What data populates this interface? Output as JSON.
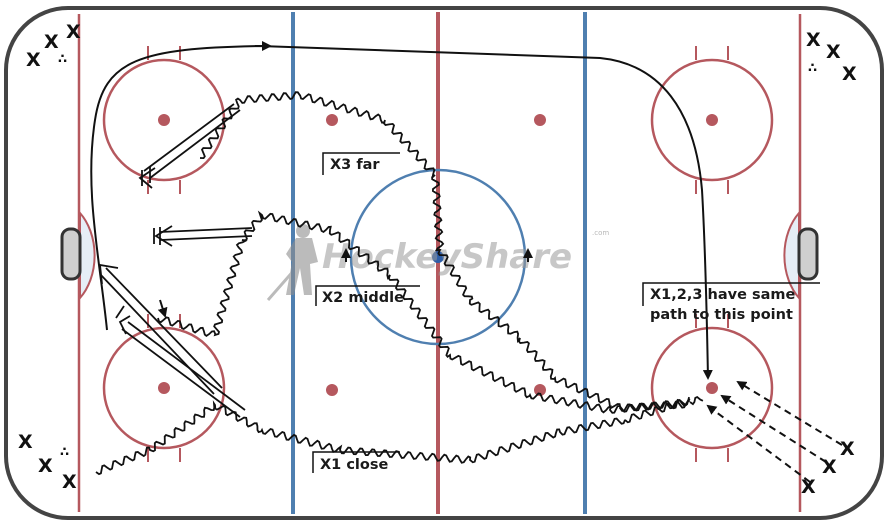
{
  "labels": {
    "x3": "X3 far",
    "x2": "X2 middle",
    "x1": "X1 close",
    "note_line1": "X1,2,3 have same",
    "note_line2": "path to this point"
  },
  "watermark": {
    "text": "HockeyShare",
    "suffix": ".com"
  },
  "players": {
    "mark": "X",
    "puck": "∴"
  },
  "colors": {
    "board": "#444444",
    "red_line": "#b5585e",
    "blue_line": "#4f7fb0",
    "faceoff_dot": "#b5585e",
    "crease_fill": "#e6eef6",
    "ink": "#111111"
  },
  "icons": {
    "watermark_logo": "hockey-player-silhouette-icon"
  }
}
